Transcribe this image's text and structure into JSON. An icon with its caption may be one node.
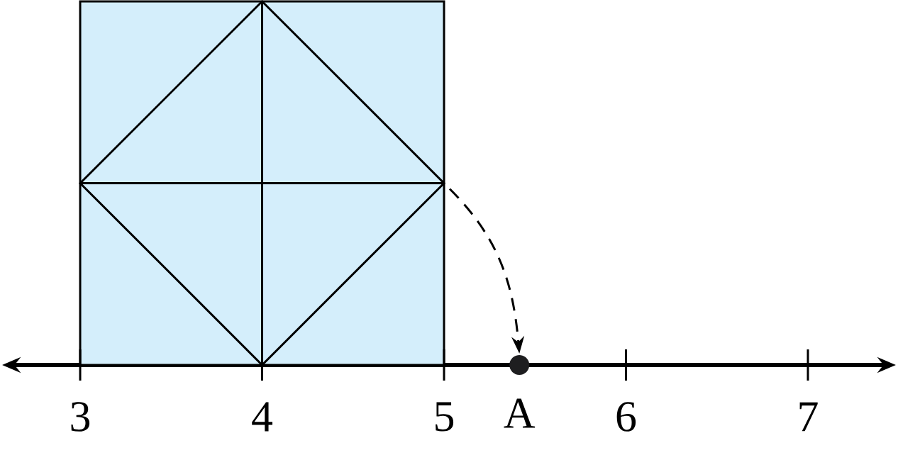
{
  "diagram": {
    "nodes": [
      {
        "text": [],
        "shape": "box"
      },
      {
        "text": [],
        "shape": "circle",
        "beside": [
          "A"
        ]
      }
    ],
    "edges": [
      {
        "from": 0,
        "to": 1,
        "arrow": "to",
        "style": "dashed"
      }
    ],
    "labels": [
      "3",
      "4",
      "5",
      "6",
      "7"
    ]
  }
}
